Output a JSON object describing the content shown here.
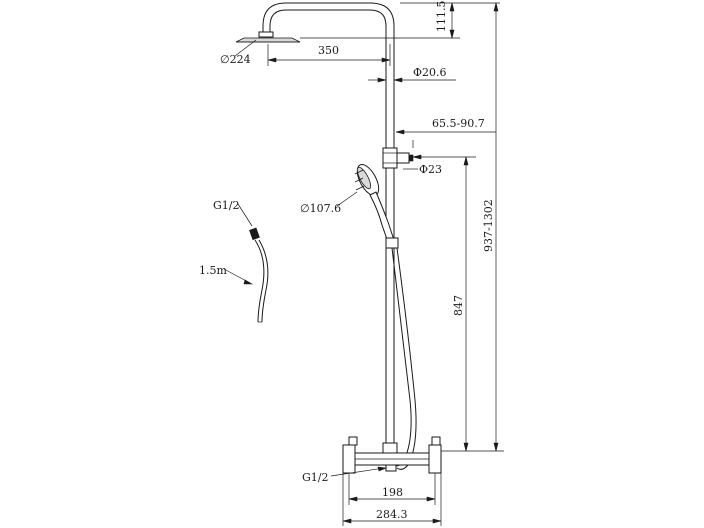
{
  "drawing": {
    "labels": {
      "arm_height": "111.5",
      "arm_reach": "350",
      "head_diameter": "224",
      "pipe_diameter": "20.6",
      "slider_range": "65.5-90.7",
      "holder_diameter": "23",
      "hand_shower_diameter": "107.6",
      "thread_top": "G1/2",
      "hose_length": "1.5m",
      "height_to_slider": "847",
      "total_height": "937-1302",
      "thread_bottom": "G1/2",
      "valve_centers": "198",
      "valve_width": "284.3"
    },
    "symbols": {
      "diameter": "∅",
      "phi": "Φ"
    }
  }
}
